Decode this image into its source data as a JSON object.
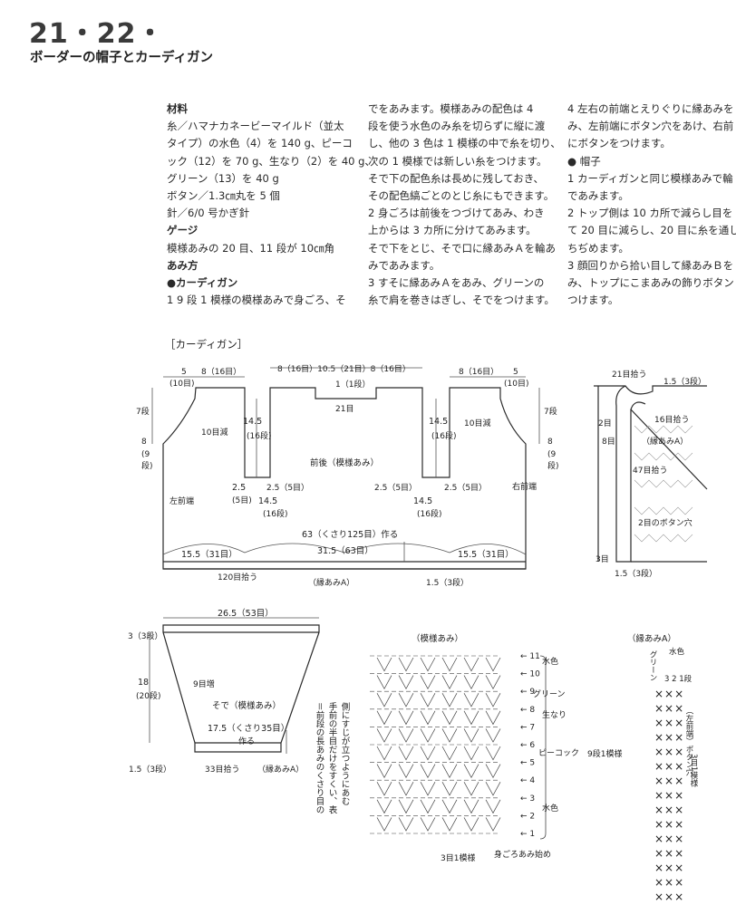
{
  "header": {
    "pattern_number": "21・22・",
    "title": "ボーダーの帽子とカーディガン"
  },
  "instructions": {
    "col_left": [
      {
        "t": "材料",
        "s": "h"
      },
      {
        "t": "糸／ハマナカネービーマイルド（並太",
        "s": ""
      },
      {
        "t": "タイプ）の水色（4）を 140 g、ピーコ",
        "s": ""
      },
      {
        "t": "ック（12）を 70 g、生なり（2）を 40 g、",
        "s": ""
      },
      {
        "t": "グリーン（13）を 40 g",
        "s": ""
      },
      {
        "t": "ボタン／1.3㎝丸を 5 個",
        "s": ""
      },
      {
        "t": "針／6/0 号かぎ針",
        "s": ""
      },
      {
        "t": "ゲージ",
        "s": "h"
      },
      {
        "t": "模様あみの 20 目、11 段が 10㎝角",
        "s": ""
      },
      {
        "t": "あみ方",
        "s": "h"
      },
      {
        "t": "●カーディガン",
        "s": "h"
      },
      {
        "t": "1 9 段 1 模様の模様あみで身ごろ、そ",
        "s": ""
      }
    ],
    "col_center": [
      "でをあみます。模様あみの配色は 4",
      "段を使う水色のみ糸を切らずに縦に渡",
      "し、他の 3 色は 1 模様の中で糸を切り、",
      "次の 1 模様では新しい糸をつけます。",
      "そで下の配色糸は長めに残しておき、",
      "その配色縞ごとのとじ糸にもできます。",
      "2 身ごろは前後をつづけてあみ、わき",
      "上からは 3 カ所に分けてあみます。",
      "そで下をとじ、そで口に縁あみＡを輪あ",
      "みであみます。",
      "3 すそに縁あみＡをあみ、グリーンの",
      "糸で肩を巻きはぎし、そでをつけます。"
    ],
    "col_right": [
      "4 左右の前端とえりぐりに縁あみを",
      "み、左前端にボタン穴をあけ、右前",
      "にボタンをつけます。",
      "● 帽子",
      "1 カーディガンと同じ模様あみで輪",
      "であみます。",
      "2 トップ側は 10 カ所で減らし目を",
      "て 20 目に減らし、20 目に糸を通し",
      "ちぢめます。",
      "3 顔回りから拾い目して縁あみＢを",
      "み、トップにこまあみの飾りボタン",
      "つけます。"
    ]
  },
  "cardigan": {
    "section_label": "［カーディガン］",
    "shoulder_left": "5\n(10目)",
    "shoulder_left_a": "5",
    "shoulder_left_b": "(10目)",
    "shoulder_8": "8（16目）",
    "neck_top": "8（16目）10.5（21目）8（16目）",
    "neck_back_rows": "1（1段）",
    "neck_back_sts": "21目",
    "rows_7": "7段",
    "rows_8": "8",
    "rows_8b": "(9",
    "rows_8c": "段)",
    "dec_10": "10目減",
    "armhole_h": "14.5",
    "armhole_rows": "(16段)",
    "body_label": "前後（模様あみ）",
    "underarm_25": "2.5",
    "underarm_5": "(5目)",
    "underarm_pair": "2.5（5目）",
    "left_front": "左前端",
    "right_front": "右前端",
    "chain_cast": "63（くさり125目）作る",
    "width_155": "15.5（31目）",
    "width_315": "31.5（63目）",
    "pick_120": "120目拾う",
    "edge_a": "（縁あみA）",
    "border_15": "1.5（3段）"
  },
  "sleeve": {
    "top_width": "26.5（53目）",
    "top_rows": "3（3段）",
    "length": "18",
    "length_rows": "(20段)",
    "inc_9": "9目増",
    "label": "そで（模様あみ）",
    "cuff_chain": "17.5（くさり35目）",
    "cuff_make": "作る",
    "pick_33": "33目拾う",
    "edge_a": "（縁あみA）",
    "cuff_rows": "1.5（3段）"
  },
  "collar": {
    "pick_21": "21目拾う",
    "band_15": "1.5（3段）",
    "pick_16": "16目拾う",
    "edge_a": "（縁あみA）",
    "sts_2": "2目",
    "sts_8": "8目",
    "sts_47": "47目拾う",
    "buttonhole": "2目のボタン穴",
    "sts_3": "3目",
    "bottom_15": "1.5（3段）"
  },
  "chart_pattern": {
    "title": "（模様あみ）",
    "row_nums": [
      "11",
      "10",
      "9",
      "8",
      "7",
      "6",
      "5",
      "4",
      "3",
      "2",
      "1"
    ],
    "color_water": "水色",
    "color_green": "グリーン",
    "color_natural": "生なり",
    "color_peacock": "ピーコック",
    "color_water2": "水色",
    "repeat_note": "9段1模様",
    "stitch_repeat": "3目1模様",
    "start_note": "身ごろあみ始め",
    "side_note_1": "＝前段の長あみのくさり目の",
    "side_note_2": "手前の半目だけをすくい、表",
    "side_note_3": "側にすじが立つようにあむ"
  },
  "chart_edge": {
    "title": "（縁あみA）",
    "green": "グリーン",
    "water": "水色",
    "rows": "3 2 1段",
    "buttonhole": "（左前端）ボタン穴",
    "repeat": "3目1模様"
  }
}
